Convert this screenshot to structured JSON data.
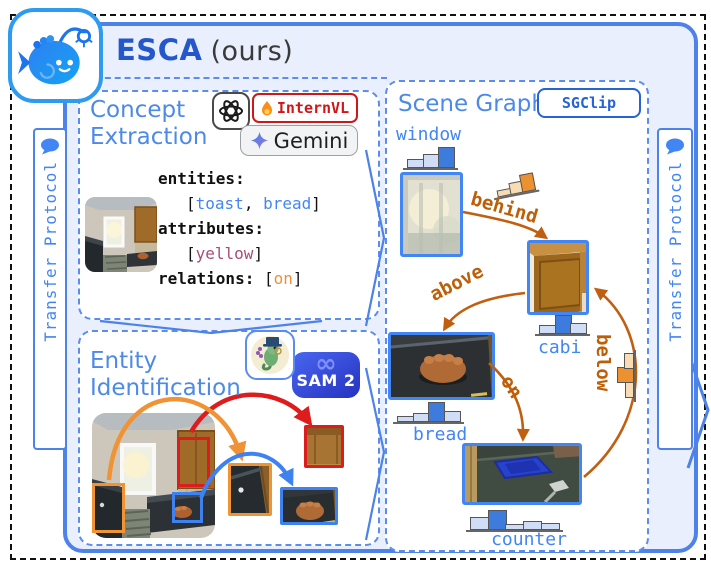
{
  "header": {
    "title": "ESCA",
    "subtitle": "(ours)"
  },
  "transfer_protocol_left": {
    "label": "Transfer Protocol"
  },
  "transfer_protocol_right": {
    "label": "Transfer Protocol"
  },
  "concept_extraction": {
    "title_line1": "Concept",
    "title_line2": "Extraction",
    "badges": {
      "internvl": "InternVL",
      "gemini": "Gemini"
    },
    "code": {
      "entities_key": "entities:",
      "entities_open": "[",
      "entities_item1": "toast",
      "entities_sep": ", ",
      "entities_item2": "bread",
      "entities_close": "]",
      "attributes_key": "attributes:",
      "attributes_open": "[",
      "attributes_val": "yellow",
      "attributes_close": "]",
      "relations_key": "relations:",
      "relations_open": " [",
      "relations_val": "on",
      "relations_close": "]"
    }
  },
  "entity_identification": {
    "title_line1": "Entity",
    "title_line2": "Identification",
    "sam_label": "SAM 2",
    "meta_infinity": "∞"
  },
  "scene_graph": {
    "title": "Scene Graph",
    "badge": "SGClip",
    "nodes": [
      {
        "label": "window",
        "chart": {
          "theme": "blue",
          "heights": [
            7,
            12,
            19
          ],
          "emph": 2,
          "bw": 15
        }
      },
      {
        "label": "cabi",
        "chart": {
          "theme": "blue",
          "heights": [
            7,
            17,
            9
          ],
          "emph": 1,
          "bw": 15
        }
      },
      {
        "label": "bread",
        "chart": {
          "theme": "blue",
          "heights": [
            4,
            7,
            18,
            9
          ],
          "emph": 2,
          "bw": 15
        }
      },
      {
        "label": "counter",
        "chart": {
          "theme": "blue",
          "heights": [
            11,
            18,
            4,
            7,
            5
          ],
          "emph": 1,
          "bw": 17
        }
      }
    ],
    "edges": [
      {
        "label": "behind",
        "chart": {
          "theme": "orange",
          "heights": [
            5,
            10,
            16
          ],
          "emph": 2,
          "bw": 12
        }
      },
      {
        "label": "above"
      },
      {
        "label": "on"
      },
      {
        "label": "below",
        "chart": {
          "theme": "orange",
          "heights": [
            7,
            15,
            8
          ],
          "emph": 1,
          "bw": 14
        }
      }
    ]
  },
  "colors": {
    "accent_blue": "#4d82e8",
    "node_border_blue": "#4285f4",
    "bar_blue": "#3d7bdd",
    "bar_blue_pale": "#cfdef6",
    "edge_orange": "#c05f10",
    "bar_orange": "#eb9131",
    "bar_orange_pale": "#f8dcb4",
    "red": "#dd1d1d",
    "code_blue": "#4285f4",
    "code_purple": "#a64d79",
    "code_orange": "#e8913a"
  }
}
